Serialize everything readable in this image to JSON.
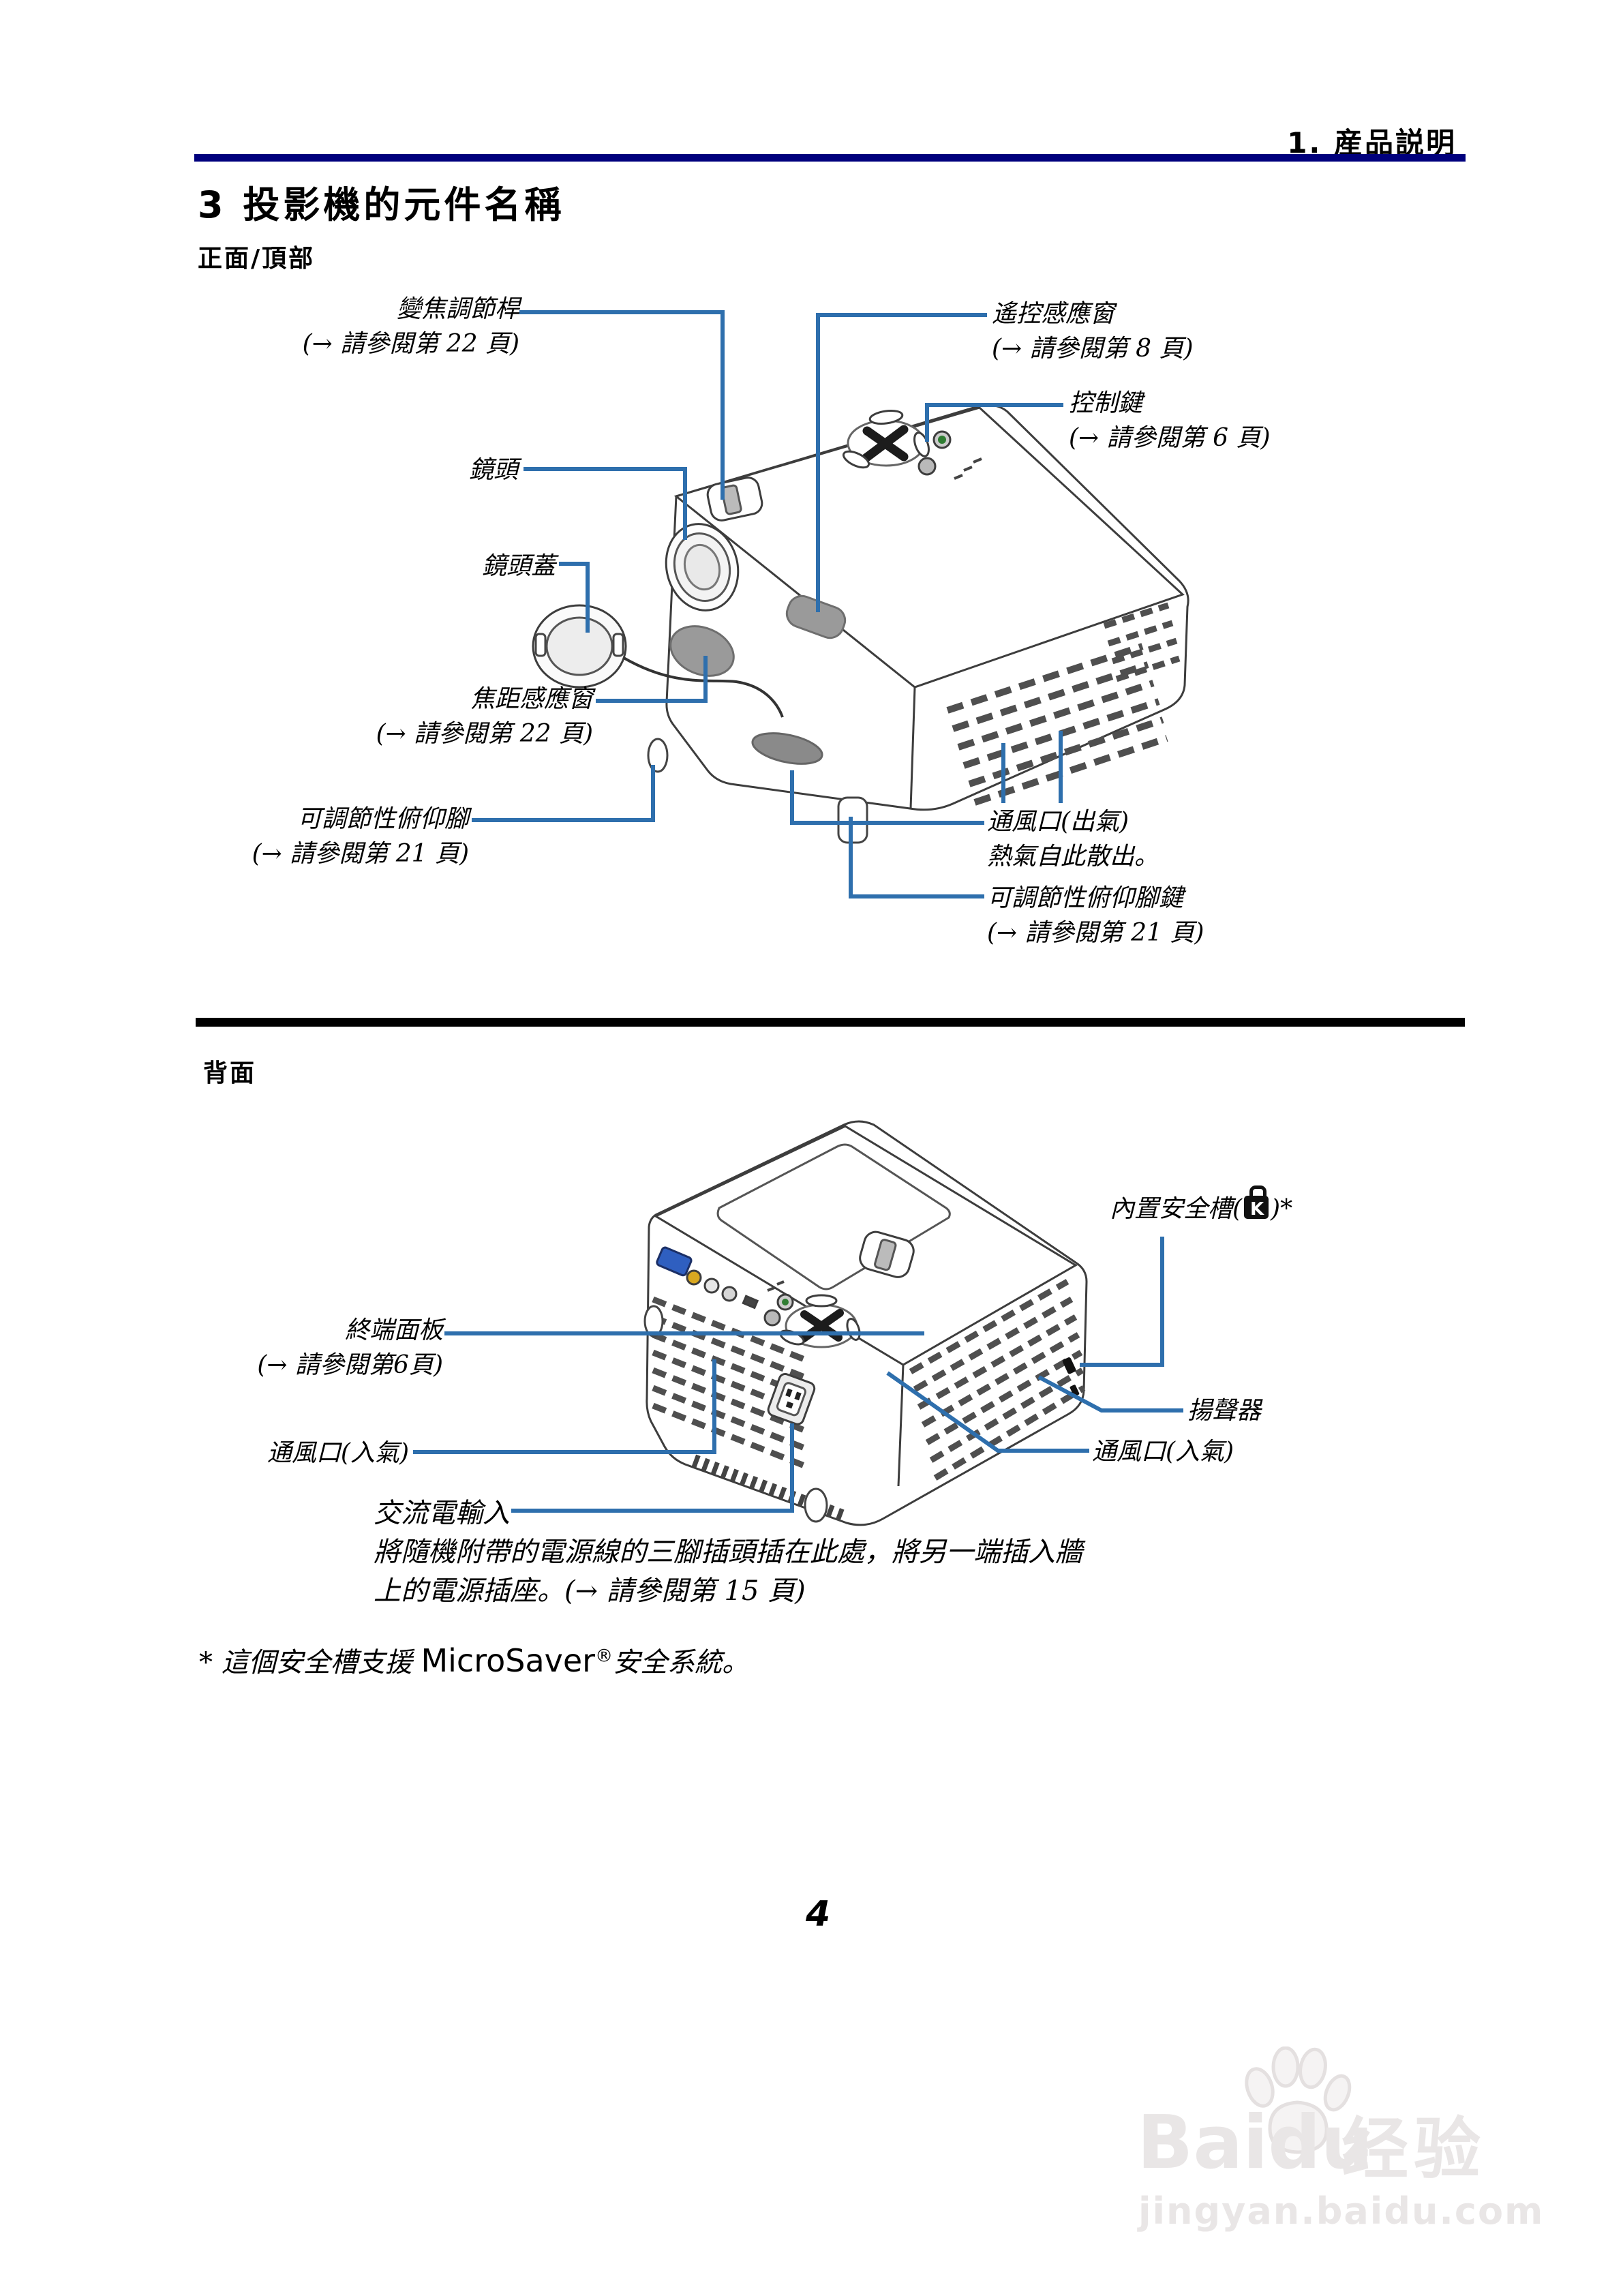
{
  "page": {
    "header": "1. 産品説明",
    "page_number": "4"
  },
  "title": "3 投影機的元件名稱",
  "front": {
    "heading": "正面/頂部",
    "labels": {
      "zoom_lever": {
        "name": "變焦調節桿",
        "ref": "(→ 請參閱第 22 頁)"
      },
      "remote_sensor": {
        "name": "遙控感應窗",
        "ref": "(→ 請參閱第 8 頁)"
      },
      "control_keys": {
        "name": "控制鍵",
        "ref": "(→ 請參閱第 6 頁)"
      },
      "lens": {
        "name": "鏡頭"
      },
      "lens_cap": {
        "name": "鏡頭蓋"
      },
      "focus_sensor": {
        "name": "焦距感應窗",
        "ref": "(→ 請參閱第 22 頁)"
      },
      "tilt_foot": {
        "name": "可調節性俯仰腳",
        "ref": "(→ 請參閱第 21 頁)"
      },
      "vent_out": {
        "name": "通風口(出氣)",
        "desc": "熱氣自此散出。"
      },
      "tilt_foot_button": {
        "name": "可調節性俯仰腳鍵",
        "ref": "(→ 請參閱第 21 頁)"
      }
    }
  },
  "rear": {
    "heading": "背面",
    "labels": {
      "security_slot": {
        "prefix": "內置安全槽(",
        "suffix": ")*",
        "icon": "kensington-lock"
      },
      "terminal_panel": {
        "name": "終端面板",
        "ref": "(→ 請參閱第6頁)"
      },
      "speaker": {
        "name": "揚聲器"
      },
      "vent_in_left": {
        "name": "通風口(入氣)"
      },
      "vent_in_right": {
        "name": "通風口(入氣)"
      },
      "ac_input": {
        "name": "交流電輸入",
        "desc_line1": "將隨機附帶的電源線的三腳插頭插在此處，將另一端插入牆",
        "desc_line2": "上的電源插座。(→ 請參閱第 15 頁)"
      }
    }
  },
  "footnote": {
    "lead": "* 這個安全槽支援 ",
    "brand": "MicroSaver",
    "reg": "®",
    "tail": "安全系統。"
  },
  "watermark": {
    "brand": "Baidu",
    "cn": "经验",
    "url": "jingyan.baidu.com"
  },
  "colors": {
    "leader_line": "#2e6fad",
    "header_rule": "#00007d",
    "divider": "#000000",
    "vga_connector": "#2f5fc0",
    "power_led": "#2f7d32"
  }
}
